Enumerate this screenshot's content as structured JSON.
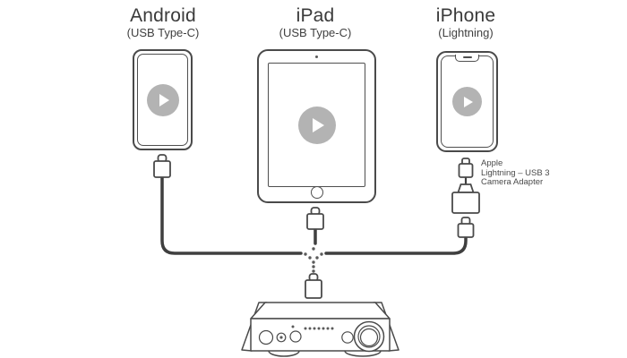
{
  "diagram": {
    "devices": [
      {
        "label": "Android",
        "port": "(USB Type-C)"
      },
      {
        "label": "iPad",
        "port": "(USB Type-C)"
      },
      {
        "label": "iPhone",
        "port": "(Lightning)"
      }
    ],
    "adapter_note": [
      "Apple",
      "Lightning – USB 3",
      "Camera Adapter"
    ],
    "icons": [
      "play-icon",
      "usb-c-plug-icon",
      "lightning-plug-icon",
      "camera-adapter-icon",
      "volume-knob-icon"
    ],
    "colors": {
      "line": "#4a4a4a",
      "play_button": "#b3b3b3",
      "cable": "#3f3f3f",
      "text": "#3a3a3a"
    }
  }
}
